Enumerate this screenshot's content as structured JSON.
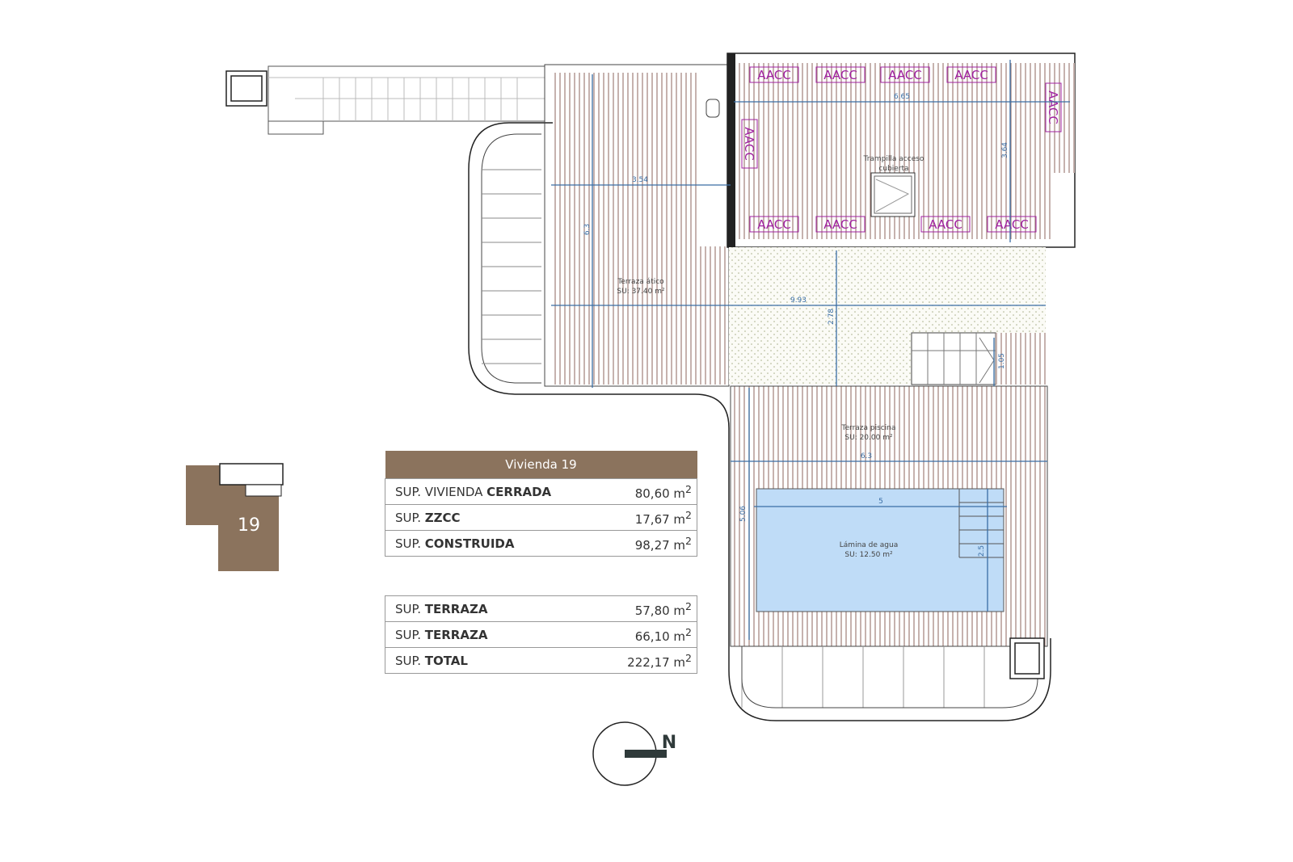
{
  "plan": {
    "aacc_label": "AACC",
    "hatch_label": "Trampilla acceso cubierta",
    "hatch_line1": "Trampilla acceso",
    "hatch_line2": "cubierta",
    "terraza_atico": {
      "name": "Terraza ático",
      "area": "SU: 37.40 m²"
    },
    "terraza_piscina": {
      "name": "Terraza piscina",
      "area": "SU: 20.00 m²"
    },
    "lamina_agua": {
      "name": "Lámina de agua",
      "area": "SU: 12.50 m²"
    },
    "dimensions": {
      "d354": "3.54",
      "d63a": "6.3",
      "d665": "6.65",
      "d364": "3.64",
      "d993": "9.93",
      "d278": "2.78",
      "d105": "1.05",
      "d63b": "6.3",
      "d506": "5.06",
      "d5": "5",
      "d25": "2.5"
    },
    "north_label": "N"
  },
  "unit_badge": {
    "number": "19"
  },
  "table1": {
    "title": "Vivienda 19",
    "rows": [
      {
        "prefix": "SUP. VIVIENDA ",
        "bold": "CERRADA",
        "value": "80,60 m",
        "sup": "2"
      },
      {
        "prefix": "SUP. ",
        "bold": "ZZCC",
        "value": "17,67 m",
        "sup": "2"
      },
      {
        "prefix": "SUP. ",
        "bold": "CONSTRUIDA",
        "value": "98,27 m",
        "sup": "2"
      }
    ]
  },
  "table2": {
    "rows": [
      {
        "prefix": "SUP. ",
        "bold": "TERRAZA",
        "value": "57,80 m",
        "sup": "2"
      },
      {
        "prefix": "SUP. ",
        "bold": "TERRAZA",
        "value": "66,10 m",
        "sup": "2"
      },
      {
        "prefix": "SUP. ",
        "bold": "TOTAL",
        "value": "222,17 m",
        "sup": "2"
      }
    ]
  },
  "colors": {
    "brown": "#8b735d",
    "pool": "#bfdcf7",
    "dim": "#3a6ea5",
    "aacc": "#a020a0",
    "deck": "#a07f78"
  }
}
